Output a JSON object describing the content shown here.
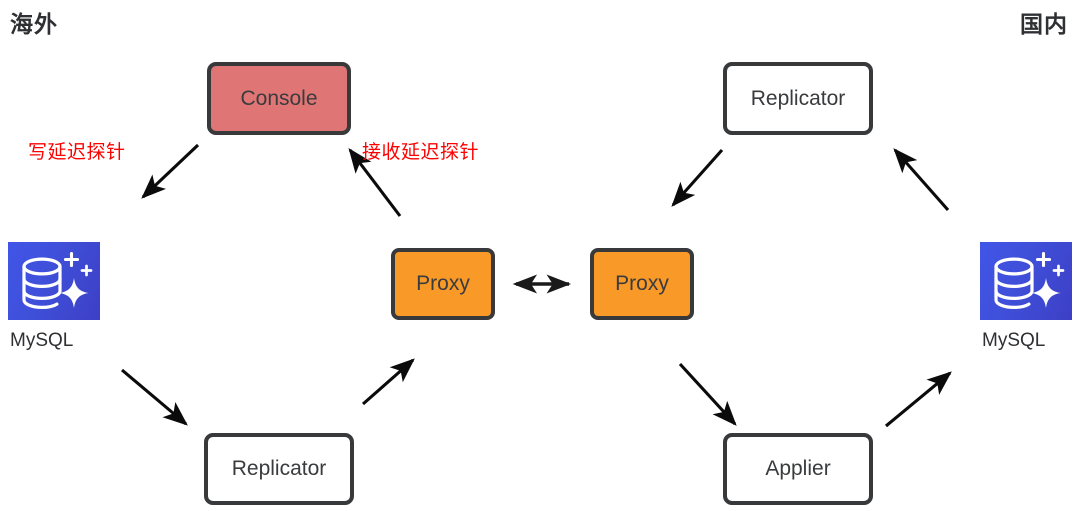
{
  "regions": {
    "overseas": "海外",
    "domestic": "国内"
  },
  "nodes": {
    "console": "Console",
    "replicator_right_top": "Replicator",
    "proxy_left": "Proxy",
    "proxy_right": "Proxy",
    "replicator_left_bottom": "Replicator",
    "applier": "Applier",
    "mysql_left": "MySQL",
    "mysql_right": "MySQL"
  },
  "annotations": {
    "write_probe": "写延迟探针",
    "receive_probe": "接收延迟探针"
  },
  "icons": {
    "database": "database-sparkle-icon"
  },
  "colors": {
    "console_fill": "#e07575",
    "proxy_fill": "#f99a28",
    "node_border": "#38393b",
    "node_text": "#3a3b3d",
    "annotation_red": "#fd0000",
    "db_tile_from": "#4055e8",
    "db_tile_to": "#3d3fc6",
    "background": "#ffffff"
  },
  "edges": [
    {
      "id": "console-to-mysql-left",
      "from": "console",
      "to": "mysql_left",
      "label": "写延迟探针",
      "direction": "one-way"
    },
    {
      "id": "proxy-left-to-console",
      "from": "proxy_left",
      "to": "console",
      "label": "接收延迟探针",
      "direction": "one-way"
    },
    {
      "id": "mysql-left-to-replicator",
      "from": "mysql_left",
      "to": "replicator_left_bottom",
      "label": "",
      "direction": "one-way"
    },
    {
      "id": "replicator-to-proxy-left",
      "from": "replicator_left_bottom",
      "to": "proxy_left",
      "label": "",
      "direction": "one-way"
    },
    {
      "id": "proxy-left-to-proxy-right",
      "from": "proxy_left",
      "to": "proxy_right",
      "label": "",
      "direction": "two-way"
    },
    {
      "id": "replicator-right-to-proxy-right",
      "from": "replicator_right_top",
      "to": "proxy_right",
      "label": "",
      "direction": "one-way"
    },
    {
      "id": "mysql-right-to-replicator-right",
      "from": "mysql_right",
      "to": "replicator_right_top",
      "label": "",
      "direction": "one-way"
    },
    {
      "id": "proxy-right-to-applier",
      "from": "proxy_right",
      "to": "applier",
      "label": "",
      "direction": "one-way"
    },
    {
      "id": "applier-to-mysql-right",
      "from": "applier",
      "to": "mysql_right",
      "label": "",
      "direction": "one-way"
    }
  ]
}
